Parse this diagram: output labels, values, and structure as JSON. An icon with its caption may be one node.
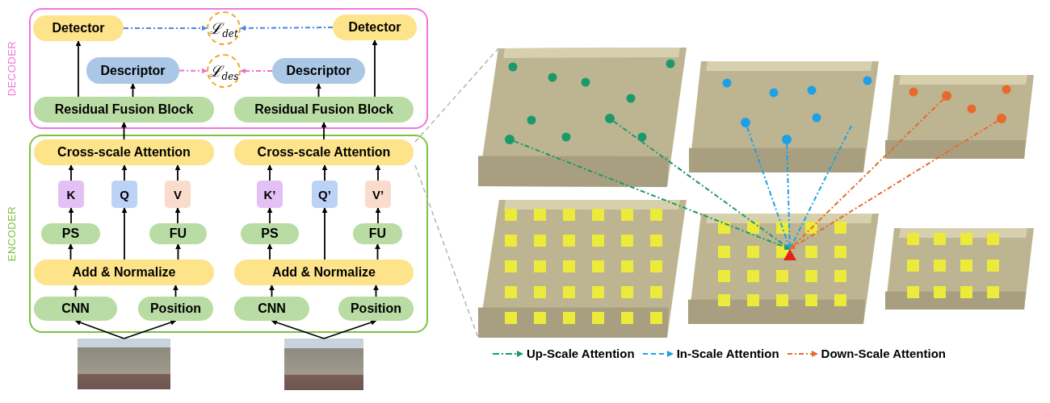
{
  "diagram": {
    "nodes": [
      {
        "text": [
          "DECODER"
        ]
      },
      {
        "text": [
          "Detector"
        ],
        "in": 0
      },
      {
        "text": [
          "ℒ$_{det}$"
        ],
        "in": 0
      },
      {
        "text": [
          "Detector"
        ],
        "in": 0
      },
      {
        "text": [
          "Descriptor"
        ],
        "in": 0
      },
      {
        "text": [
          "ℒ$_{des}$"
        ],
        "in": 0
      },
      {
        "text": [
          "Descriptor"
        ],
        "in": 0
      },
      {
        "text": [
          "Residual Fusion Block"
        ],
        "in": 0
      },
      {
        "text": [
          "Residual Fusion Block"
        ],
        "in": 0
      },
      {
        "text": [
          "ENCODER"
        ]
      },
      {
        "text": [
          "Cross-scale Attention"
        ],
        "in": 9
      },
      {
        "text": [
          "Cross-scale Attention"
        ],
        "in": 9
      },
      {
        "text": [
          "K"
        ],
        "in": 9
      },
      {
        "text": [
          "Q"
        ],
        "in": 9
      },
      {
        "text": [
          "V"
        ],
        "in": 9
      },
      {
        "text": [
          "K’"
        ],
        "in": 9
      },
      {
        "text": [
          "Q’"
        ],
        "in": 9
      },
      {
        "text": [
          "V’"
        ],
        "in": 9
      },
      {
        "text": [
          "PS"
        ],
        "in": 9
      },
      {
        "text": [
          "FU"
        ],
        "in": 9
      },
      {
        "text": [
          "PS"
        ],
        "in": 9
      },
      {
        "text": [
          "FU"
        ],
        "in": 9
      },
      {
        "text": [
          "Add & Normalize"
        ],
        "in": 9
      },
      {
        "text": [
          "Add & Normalize"
        ],
        "in": 9
      },
      {
        "text": [
          "CNN"
        ],
        "in": 9
      },
      {
        "text": [
          "Position"
        ],
        "in": 9
      },
      {
        "text": [
          "CNN"
        ],
        "in": 9
      },
      {
        "text": [
          "Position"
        ],
        "in": 9
      },
      {
        "text": [],
        "shape": "picture"
      },
      {
        "text": [],
        "shape": "picture"
      },
      {
        "text": [],
        "shape": "circle"
      },
      {
        "text": [],
        "shape": "circle"
      },
      {
        "text": [],
        "shape": "circle"
      },
      {
        "text": [],
        "shape": "circle"
      },
      {
        "text": [],
        "shape": "circle"
      },
      {
        "text": [],
        "shape": "circle"
      },
      {
        "text": [],
        "shape": "triangle"
      }
    ],
    "edges": [
      {
        "from": 1,
        "to": 2,
        "arrow": "to",
        "style": "dashed",
        "color": "#4a86e8"
      },
      {
        "from": 3,
        "to": 2,
        "arrow": "to",
        "style": "dashed",
        "color": "#4a86e8"
      },
      {
        "from": 4,
        "to": 5,
        "arrow": "to",
        "style": "dashed",
        "color": "#ee6fd5"
      },
      {
        "from": 6,
        "to": 5,
        "arrow": "to",
        "style": "dashed",
        "color": "#ee6fd5"
      },
      {
        "from": 7,
        "to": 1,
        "arrow": "to"
      },
      {
        "from": 7,
        "to": 4,
        "arrow": "to"
      },
      {
        "from": 8,
        "to": 3,
        "arrow": "to"
      },
      {
        "from": 8,
        "to": 6,
        "arrow": "to"
      },
      {
        "from": 10,
        "to": 7,
        "arrow": "to"
      },
      {
        "from": 11,
        "to": 8,
        "arrow": "to"
      },
      {
        "from": 12,
        "to": 10,
        "arrow": "to"
      },
      {
        "from": 13,
        "to": 10,
        "arrow": "to"
      },
      {
        "from": 14,
        "to": 10,
        "arrow": "to"
      },
      {
        "from": 15,
        "to": 11,
        "arrow": "to"
      },
      {
        "from": 16,
        "to": 11,
        "arrow": "to"
      },
      {
        "from": 17,
        "to": 11,
        "arrow": "to"
      },
      {
        "from": 18,
        "to": 12,
        "arrow": "to"
      },
      {
        "from": 22,
        "to": 13,
        "arrow": "to"
      },
      {
        "from": 19,
        "to": 14,
        "arrow": "to"
      },
      {
        "from": 20,
        "to": 15,
        "arrow": "to"
      },
      {
        "from": 23,
        "to": 16,
        "arrow": "to"
      },
      {
        "from": 21,
        "to": 17,
        "arrow": "to"
      },
      {
        "from": 22,
        "to": 18,
        "arrow": "to"
      },
      {
        "from": 22,
        "to": 19,
        "arrow": "to"
      },
      {
        "from": 23,
        "to": 20,
        "arrow": "to"
      },
      {
        "from": 23,
        "to": 21,
        "arrow": "to"
      },
      {
        "from": 24,
        "to": 22,
        "arrow": "to"
      },
      {
        "from": 25,
        "to": 22,
        "arrow": "to"
      },
      {
        "from": 26,
        "to": 23,
        "arrow": "to"
      },
      {
        "from": 27,
        "to": 23,
        "arrow": "to"
      },
      {
        "from": 28,
        "to": 24,
        "arrow": "to"
      },
      {
        "from": 28,
        "to": 25,
        "arrow": "to"
      },
      {
        "from": 29,
        "to": 26,
        "arrow": "to"
      },
      {
        "from": 29,
        "to": 27,
        "arrow": "to"
      },
      {
        "from": 30,
        "to": 36,
        "arrow": "to",
        "style": "dashed",
        "color": "#1a9a6a"
      },
      {
        "from": 31,
        "to": 36,
        "arrow": "to",
        "style": "dashed",
        "color": "#1a9a6a"
      },
      {
        "from": 32,
        "to": 36,
        "arrow": "to",
        "style": "dashed",
        "color": "#1ea0e6"
      },
      {
        "from": 33,
        "to": 36,
        "arrow": "to",
        "style": "dashed",
        "color": "#1ea0e6"
      },
      {
        "from": null,
        "to": 36,
        "arrow": "to",
        "style": "dashed",
        "color": "#1ea0e6"
      },
      {
        "from": 34,
        "to": 36,
        "arrow": "to",
        "style": "dashed",
        "color": "#e86a2a"
      },
      {
        "from": 35,
        "to": 36,
        "arrow": "to",
        "style": "dashed",
        "color": "#e86a2a"
      }
    ],
    "legend": [
      {
        "text": "Up-Scale Attention"
      },
      {
        "text": "In-Scale Attention"
      },
      {
        "text": "Down-Scale Attention"
      }
    ]
  }
}
